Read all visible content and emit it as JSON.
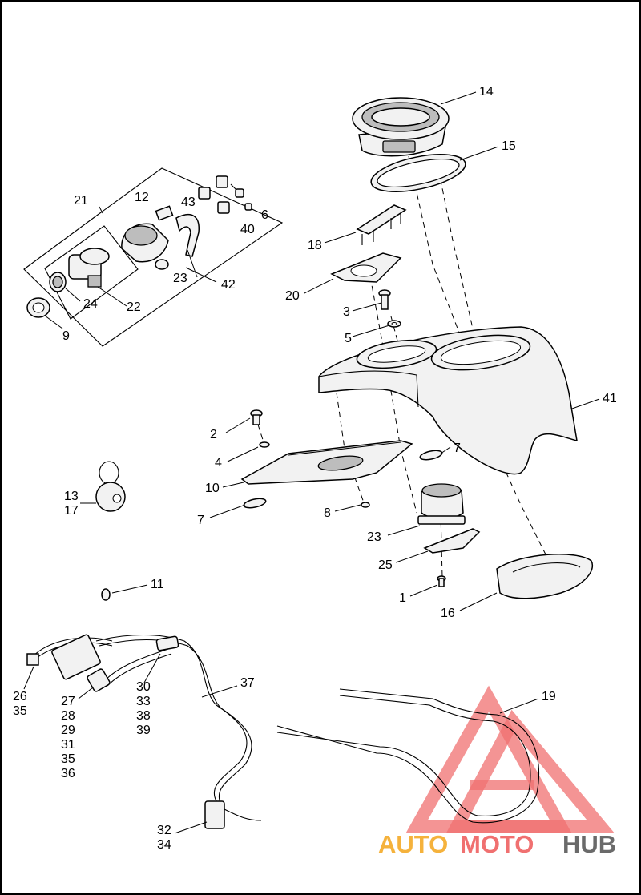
{
  "callouts": {
    "c14": "14",
    "c15": "15",
    "c21": "21",
    "c12": "12",
    "c43": "43",
    "c6": "6",
    "c40": "40",
    "c18": "18",
    "c20": "20",
    "c3": "3",
    "c5": "5",
    "c23a": "23",
    "c42": "42",
    "c24": "24",
    "c22": "22",
    "c9": "9",
    "c41": "41",
    "c2": "2",
    "c4": "4",
    "c7a": "7",
    "c10": "10",
    "c13": "13",
    "c17": "17",
    "c7b": "7",
    "c8": "8",
    "c23b": "23",
    "c25": "25",
    "c1": "1",
    "c16": "16",
    "c11": "11",
    "c26": "26",
    "c35a": "35",
    "c27": "27",
    "c28": "28",
    "c29": "29",
    "c31": "31",
    "c35b": "35",
    "c36": "36",
    "c30": "30",
    "c33": "33",
    "c38": "38",
    "c39": "39",
    "c37": "37",
    "c19": "19",
    "c32": "32",
    "c34": "34"
  },
  "watermark": {
    "auto": "AUTO",
    "moto": "MOTO",
    "hub": "HUB",
    "colors": {
      "auto": "#f5b23c",
      "moto": "#f07070",
      "hub": "#6a6a6a"
    }
  }
}
